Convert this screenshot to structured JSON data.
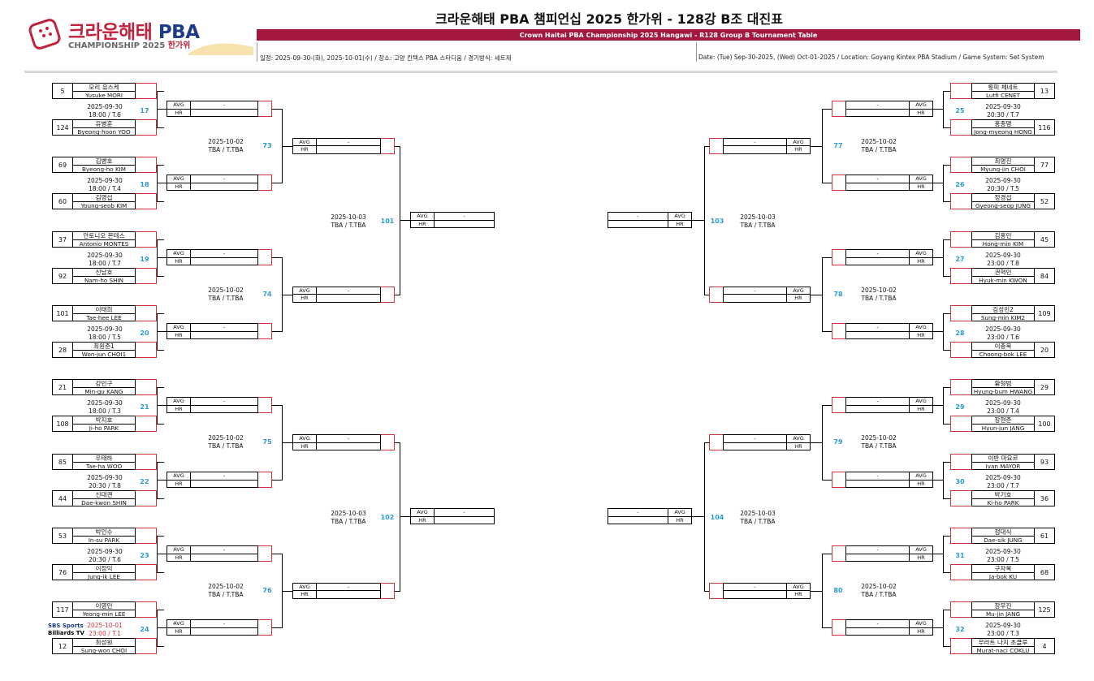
{
  "header": {
    "logo_ko": "크라운해태",
    "logo_pba": "PBA",
    "logo_en": "CHAMPIONSHIP 2025",
    "logo_hg": "한가위",
    "title": "크라운해태 PBA 챔피언십 2025 한가위 - 128강 B조 대진표",
    "subtitle": "Crown Haitai PBA Championship 2025 Hangawi - R128 Group B Tournament Table",
    "info_ko": "일정: 2025-09-30-(화), 2025-10-01(수) / 장소: 고양 킨텍스 PBA 스타디움 / 경기방식: 세트제",
    "info_en": "Date: (Tue) Sep-30-2025, (Wed) Oct-01-2025 / Location: Goyang Kintex PBA Stadium / Game System: Set System"
  },
  "labels": {
    "avg": "AVG",
    "hr": "HR",
    "dash": "-"
  },
  "sponsor": {
    "line1": "SBS Sports",
    "line2": "Billiards TV"
  },
  "left_r1": [
    {
      "no": "17",
      "date": "2025-09-30",
      "time": "18:00 / T.6",
      "red": false,
      "p1": {
        "seed": "5",
        "ko": "모리 유스케",
        "en": "Yusuke MORI"
      },
      "p2": {
        "seed": "124",
        "ko": "유병훈",
        "en": "Byeong-hoon YOO"
      }
    },
    {
      "no": "18",
      "date": "2025-09-30",
      "time": "18:00 / T.4",
      "red": false,
      "p1": {
        "seed": "69",
        "ko": "김병호",
        "en": "Byeong-ho KIM"
      },
      "p2": {
        "seed": "60",
        "ko": "김영섭",
        "en": "Young-seob KIM"
      }
    },
    {
      "no": "19",
      "date": "2025-09-30",
      "time": "18:00 / T.7",
      "red": false,
      "p1": {
        "seed": "37",
        "ko": "안토니오 몬테스",
        "en": "Antonio MONTES"
      },
      "p2": {
        "seed": "92",
        "ko": "신남호",
        "en": "Nam-ho SHIN"
      }
    },
    {
      "no": "20",
      "date": "2025-09-30",
      "time": "18:00 / T.5",
      "red": false,
      "p1": {
        "seed": "101",
        "ko": "이태희",
        "en": "Tae-hee LEE"
      },
      "p2": {
        "seed": "28",
        "ko": "최원준1",
        "en": "Won-jun CHOI1"
      }
    },
    {
      "no": "21",
      "date": "2025-09-30",
      "time": "18:00 / T.3",
      "red": false,
      "p1": {
        "seed": "21",
        "ko": "강민구",
        "en": "Min-gu KANG"
      },
      "p2": {
        "seed": "108",
        "ko": "박지호",
        "en": "Ji-ho PARK"
      }
    },
    {
      "no": "22",
      "date": "2025-09-30",
      "time": "20:30 / T.8",
      "red": false,
      "p1": {
        "seed": "85",
        "ko": "우태하",
        "en": "Tae-ha WOO"
      },
      "p2": {
        "seed": "44",
        "ko": "신대권",
        "en": "Dae-kwon SHIN"
      }
    },
    {
      "no": "23",
      "date": "2025-09-30",
      "time": "20:30 / T.6",
      "red": false,
      "p1": {
        "seed": "53",
        "ko": "박인수",
        "en": "In-su PARK"
      },
      "p2": {
        "seed": "76",
        "ko": "이정익",
        "en": "Jung-ik LEE"
      }
    },
    {
      "no": "24",
      "date": "2025-10-01",
      "time": "23:00 / T.1",
      "red": true,
      "p1": {
        "seed": "117",
        "ko": "이영민",
        "en": "Yeong-min LEE"
      },
      "p2": {
        "seed": "12",
        "ko": "최성원",
        "en": "Sung-won CHOI"
      }
    }
  ],
  "right_r1": [
    {
      "no": "25",
      "date": "2025-09-30",
      "time": "20:30 / T.7",
      "p1": {
        "seed": "13",
        "ko": "륏피 체네트",
        "en": "Lutfi CENET"
      },
      "p2": {
        "seed": "116",
        "ko": "홍종명",
        "en": "Jong-myeong HONG"
      }
    },
    {
      "no": "26",
      "date": "2025-09-30",
      "time": "20:30 / T.5",
      "p1": {
        "seed": "77",
        "ko": "최명진",
        "en": "Myung-jin CHOI"
      },
      "p2": {
        "seed": "52",
        "ko": "정경섭",
        "en": "Gyeong-seop JUNG"
      }
    },
    {
      "no": "27",
      "date": "2025-09-30",
      "time": "23:00 / T.8",
      "p1": {
        "seed": "45",
        "ko": "김홍민",
        "en": "Hong-min KIM"
      },
      "p2": {
        "seed": "84",
        "ko": "권혁민",
        "en": "Hyuk-min KWON"
      }
    },
    {
      "no": "28",
      "date": "2025-09-30",
      "time": "23:00 / T.6",
      "p1": {
        "seed": "109",
        "ko": "김성민2",
        "en": "Sung-min KIM2"
      },
      "p2": {
        "seed": "20",
        "ko": "이충복",
        "en": "Choong-bok LEE"
      }
    },
    {
      "no": "29",
      "date": "2025-09-30",
      "time": "23:00 / T.4",
      "p1": {
        "seed": "29",
        "ko": "황형범",
        "en": "Hyung-bum HWANG"
      },
      "p2": {
        "seed": "100",
        "ko": "장현준",
        "en": "Hyun-jun JANG"
      }
    },
    {
      "no": "30",
      "date": "2025-09-30",
      "time": "23:00 / T.7",
      "p1": {
        "seed": "93",
        "ko": "이반 마요르",
        "en": "Ivan MAYOR"
      },
      "p2": {
        "seed": "36",
        "ko": "박기호",
        "en": "Ki-ho PARK"
      }
    },
    {
      "no": "31",
      "date": "2025-09-30",
      "time": "23:00 / T.5",
      "p1": {
        "seed": "61",
        "ko": "정대식",
        "en": "Dae-sik JUNG"
      },
      "p2": {
        "seed": "68",
        "ko": "구자복",
        "en": "Ja-bok KU"
      }
    },
    {
      "no": "32",
      "date": "2025-09-30",
      "time": "23:00 / T.3",
      "p1": {
        "seed": "125",
        "ko": "장무진",
        "en": "Mu-jin JANG"
      },
      "p2": {
        "seed": "4",
        "ko": "무라트 나지 초클루",
        "en": "Murat-naci COKLU"
      }
    }
  ],
  "left_r2": [
    {
      "no": "73",
      "date": "2025-10-02",
      "time": "TBA / T.TBA"
    },
    {
      "no": "74",
      "date": "2025-10-02",
      "time": "TBA / T.TBA"
    },
    {
      "no": "75",
      "date": "2025-10-02",
      "time": "TBA / T.TBA"
    },
    {
      "no": "76",
      "date": "2025-10-02",
      "time": "TBA / T.TBA"
    }
  ],
  "right_r2": [
    {
      "no": "77",
      "date": "2025-10-02",
      "time": "TBA / T.TBA"
    },
    {
      "no": "78",
      "date": "2025-10-02",
      "time": "TBA / T.TBA"
    },
    {
      "no": "79",
      "date": "2025-10-02",
      "time": "TBA / T.TBA"
    },
    {
      "no": "80",
      "date": "2025-10-02",
      "time": "TBA / T.TBA"
    }
  ],
  "left_r3": [
    {
      "no": "101",
      "date": "2025-10-03",
      "time": "TBA / T.TBA"
    },
    {
      "no": "102",
      "date": "2025-10-03",
      "time": "TBA / T.TBA"
    }
  ],
  "right_r3": [
    {
      "no": "103",
      "date": "2025-10-03",
      "time": "TBA / T.TBA"
    },
    {
      "no": "104",
      "date": "2025-10-03",
      "time": "TBA / T.TBA"
    }
  ]
}
